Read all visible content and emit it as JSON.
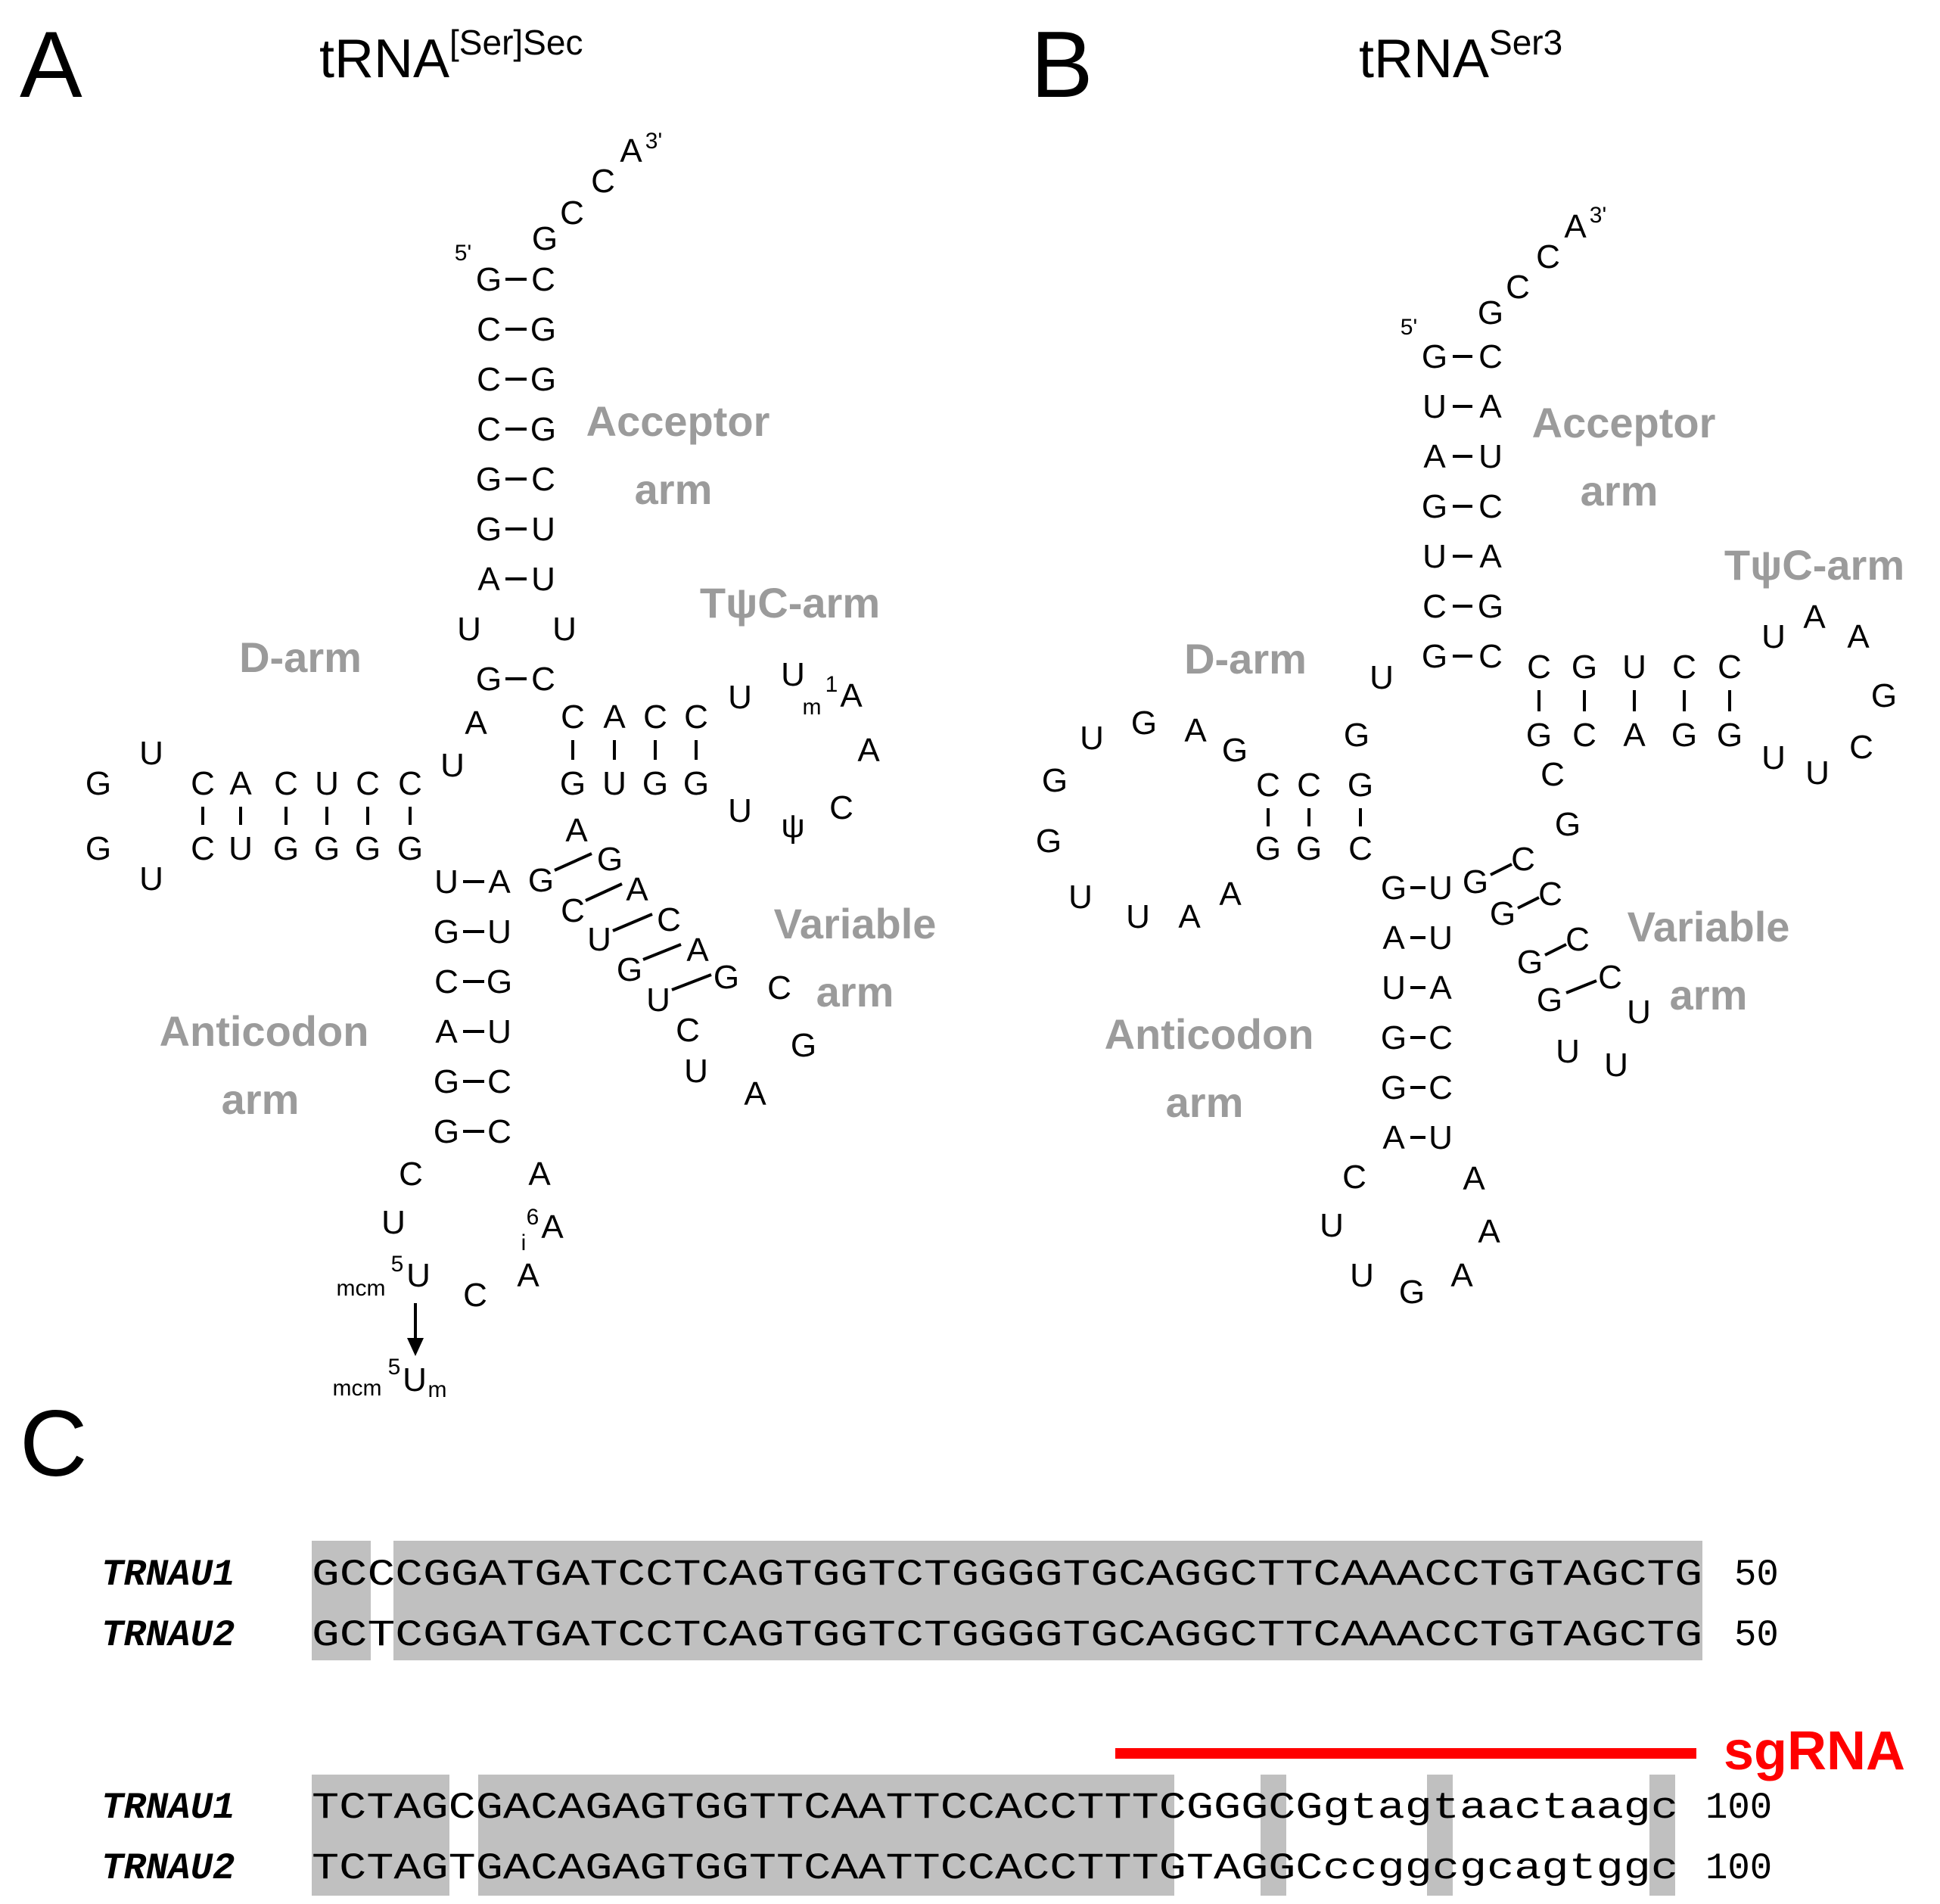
{
  "panels": {
    "A": {
      "label": "A",
      "title": "tRNA",
      "title_sup": "[Ser]Sec",
      "five_prime": "5'",
      "three_prime": "3'",
      "region_labels": {
        "acceptor_1": "Acceptor",
        "acceptor_2": "arm",
        "tpsic": "TψC-arm",
        "d_arm": "D-arm",
        "variable_1": "Variable",
        "variable_2": "arm",
        "anticodon_1": "Anticodon",
        "anticodon_2": "arm"
      },
      "modifications": {
        "m1A_pre": "m",
        "m1A_sup": "1",
        "m1A_base": "A",
        "i6A_pre": "i",
        "i6A_sup": "6",
        "i6A_base": "A",
        "mcm5U_pre": "mcm",
        "mcm5U_sup": "5",
        "mcm5U_base": "U",
        "mcm5Um_pre": "mcm",
        "mcm5Um_sup": "5",
        "mcm5Um_base": "U",
        "mcm5Um_sub": "m"
      }
    },
    "B": {
      "label": "B",
      "title": "tRNA",
      "title_sup": "Ser3",
      "five_prime": "5'",
      "three_prime": "3'",
      "region_labels": {
        "acceptor_1": "Acceptor",
        "acceptor_2": "arm",
        "tpsic": "TψC-arm",
        "d_arm": "D-arm",
        "variable_1": "Variable",
        "variable_2": "arm",
        "anticodon_1": "Anticodon",
        "anticodon_2": "arm"
      }
    },
    "C": {
      "label": "C",
      "sgRNA_label": "sgRNA",
      "highlight_color": "#c0c0c0",
      "sgRNA_color": "#ff0000",
      "blocks": [
        {
          "rows": [
            {
              "name": "TRNAU1",
              "seq": "GCCCGGATGATCCTCAGTGGTCTGGGGTGCAGGCTTCAAACCTGTAGCTG",
              "end": "50"
            },
            {
              "name": "TRNAU2",
              "seq": "GCTCGGATGATCCTCAGTGGTCTGGGGTGCAGGCTTCAAACCTGTAGCTG",
              "end": "50"
            }
          ]
        },
        {
          "rows": [
            {
              "name": "TRNAU1",
              "seq": "TCTAGCGACAGAGTGGTTCAATTCCACCTTTCGGGCGgtagtaactaagc",
              "end": "100"
            },
            {
              "name": "TRNAU2",
              "seq": "TCTAGTGACAGAGTGGTTCAATTCCACCTTTGTAGGCccggcgcagtggc",
              "end": "100"
            }
          ]
        }
      ]
    }
  }
}
